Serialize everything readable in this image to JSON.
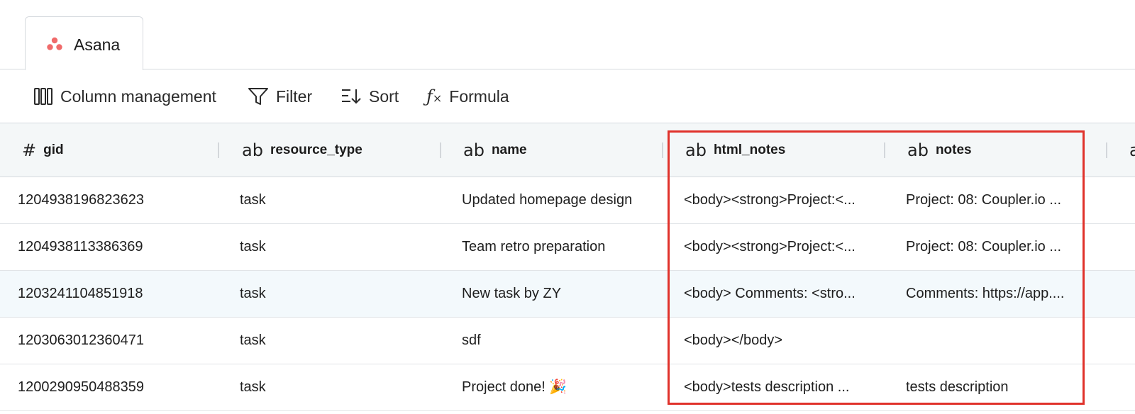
{
  "tab": {
    "label": "Asana",
    "logo_icon": "asana-logo-icon",
    "logo_color": "#f06a6a"
  },
  "toolbar": {
    "column_management": "Column management",
    "filter": "Filter",
    "sort": "Sort",
    "formula": "Formula"
  },
  "columns": [
    {
      "type_icon": "#",
      "label": "gid"
    },
    {
      "type_icon": "ab",
      "label": "resource_type"
    },
    {
      "type_icon": "ab",
      "label": "name"
    },
    {
      "type_icon": "ab",
      "label": "html_notes"
    },
    {
      "type_icon": "ab",
      "label": "notes"
    },
    {
      "type_icon": "a",
      "label": ""
    }
  ],
  "rows": [
    {
      "gid": "1204938196823623",
      "resource_type": "task",
      "name": "Updated homepage design",
      "html_notes": "<body><strong>Project:<...",
      "notes": "Project: 08: Coupler.io ..."
    },
    {
      "gid": "1204938113386369",
      "resource_type": "task",
      "name": "Team retro preparation",
      "html_notes": "<body><strong>Project:<...",
      "notes": "Project: 08: Coupler.io ..."
    },
    {
      "gid": "1203241104851918",
      "resource_type": "task",
      "name": "New task by ZY",
      "html_notes": "<body> Comments: <stro...",
      "notes": "Comments: https://app...."
    },
    {
      "gid": "1203063012360471",
      "resource_type": "task",
      "name": "sdf",
      "html_notes": "<body></body>",
      "notes": ""
    },
    {
      "gid": "1200290950488359",
      "resource_type": "task",
      "name": "Project done! 🎉",
      "html_notes": "<body>tests description ...",
      "notes": "tests description"
    }
  ],
  "highlight_color": "#e0322b"
}
